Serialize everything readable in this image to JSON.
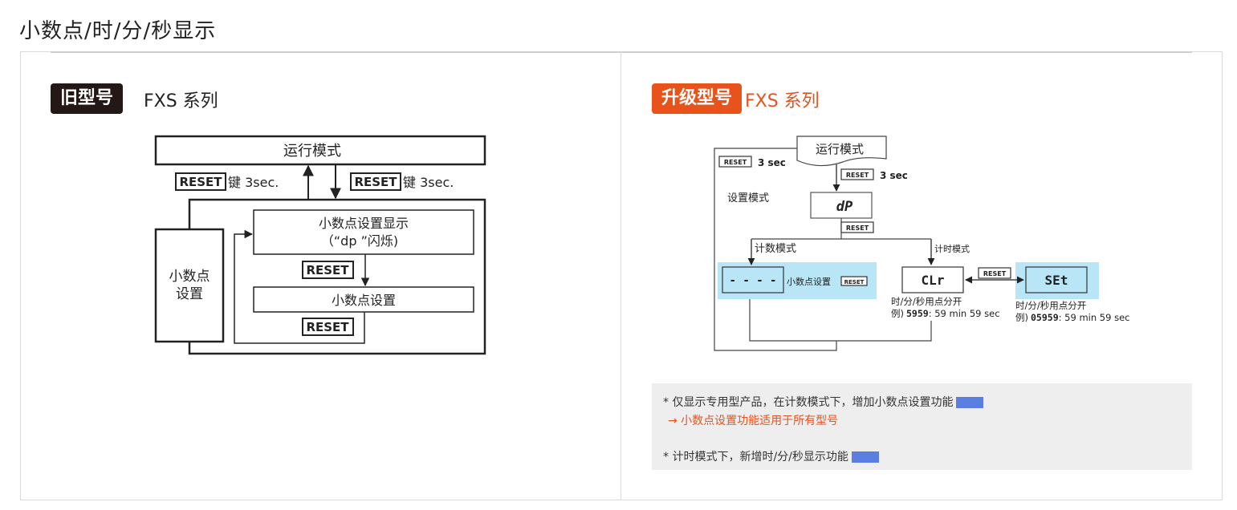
{
  "title": "小数点/时/分/秒显示",
  "colors": {
    "accent": "#e8531b",
    "dark": "#231815",
    "highlight": "#b9e6f7",
    "chip": "#5b7fe0"
  },
  "old": {
    "badge": "旧型号",
    "series": "FXS 系列",
    "run_mode": "运行模式",
    "reset_key": "RESET",
    "key_text_left": "键 3sec.",
    "key_text_right": "键 3sec.",
    "decimal_display": "小数点设置显示",
    "dp_blink": "（“dp  ”闪烁)",
    "decimal_set": "小数点设置",
    "side_label_1": "小数点",
    "side_label_2": "设置",
    "reset_1": "RESET",
    "reset_2": "RESET"
  },
  "new": {
    "badge": "升级型号",
    "series": "FXS 系列",
    "run_mode": "运行模式",
    "reset_top": "RESET",
    "reset_top_time": "3 sec",
    "reset_mid": "RESET",
    "reset_mid_time": "3 sec",
    "setting_mode": "设置模式",
    "dp_display": "dP",
    "reset_below_dp": "RESET",
    "count_mode": "计数模式",
    "timer_mode": "计时模式",
    "count_display": "- - - -",
    "count_label": "小数点设置",
    "count_reset": "RESET",
    "clr_display": "CLr",
    "reset_between": "RESET",
    "set_display": "SEt",
    "clr_caption_1": "时/分/秒用点分开",
    "clr_caption_2_prefix": "例)",
    "clr_caption_2_value": "5959",
    "clr_caption_2_suffix": ": 59 min 59 sec",
    "set_caption_1": "时/分/秒用点分开",
    "set_caption_2_prefix": "例)",
    "set_caption_2_value": "05959",
    "set_caption_2_suffix": ": 59 min 59 sec"
  },
  "notes": {
    "line1": "* 仅显示专用型产品，在计数模式下，增加小数点设置功能",
    "line2": "→ 小数点设置功能适用于所有型号",
    "line3": "* 计时模式下，新增时/分/秒显示功能"
  }
}
